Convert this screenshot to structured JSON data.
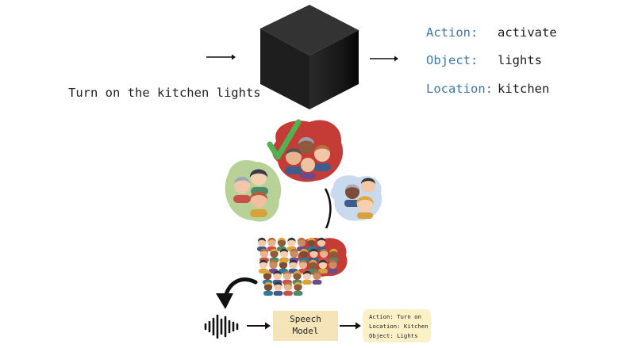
{
  "top": {
    "utterance": "Turn on the kitchen lights",
    "slots": [
      {
        "key": "Action:",
        "value": "activate"
      },
      {
        "key": "Object:",
        "value": "lights"
      },
      {
        "key": "Location:",
        "value": "kitchen"
      }
    ]
  },
  "bottom": {
    "model_label_line1": "Speech",
    "model_label_line2": "Model",
    "result_lines": [
      "Action: Turn on",
      "Location: Kitchen",
      "Object: Lights"
    ]
  },
  "colors": {
    "red_group": "#c43c35",
    "green_group": "#b7d197",
    "blue_group": "#c9d9ee",
    "checkmark": "#52b151",
    "slot_key": "#3d78a6",
    "box_fill": "#f5e4b8"
  },
  "icons": [
    "waveform-icon",
    "black-box-cube-icon",
    "checkmark-icon",
    "people-group-icon",
    "crowd-icon",
    "curved-arrow-icon"
  ]
}
